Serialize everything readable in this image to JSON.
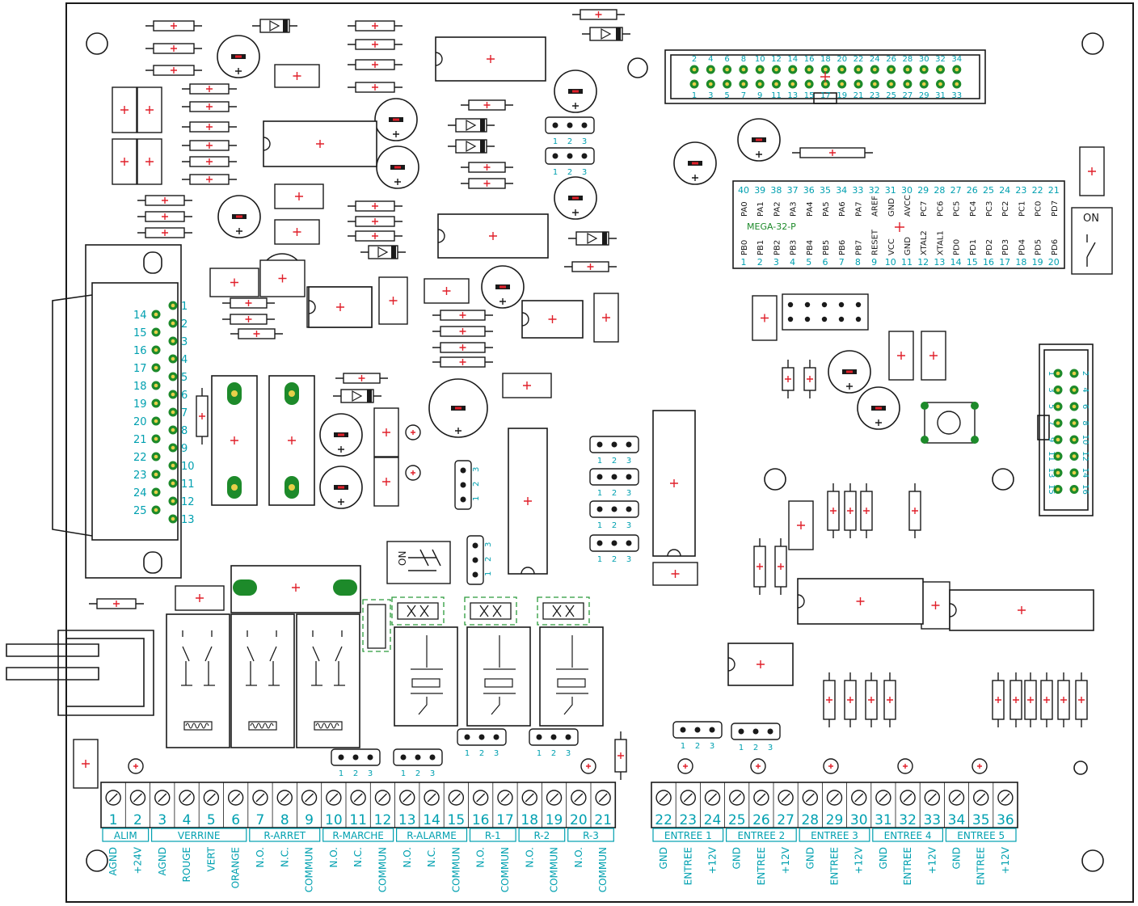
{
  "colors": {
    "outline": "#1a1a1a",
    "label": "#00a0b0",
    "pad_fill": "#1d8a2a",
    "pad_hole": "#e8d04a",
    "marker": "#e0202a",
    "dashed": "#2a9a3a"
  },
  "db25_left": [
    "14",
    "15",
    "16",
    "17",
    "18",
    "19",
    "20",
    "21",
    "22",
    "23",
    "24",
    "25"
  ],
  "db25_right": [
    "1",
    "2",
    "3",
    "4",
    "5",
    "6",
    "7",
    "8",
    "9",
    "10",
    "11",
    "12",
    "13"
  ],
  "top_header_even": [
    "2",
    "4",
    "6",
    "8",
    "10",
    "12",
    "14",
    "16",
    "18",
    "20",
    "22",
    "24",
    "26",
    "28",
    "30",
    "32",
    "34"
  ],
  "top_header_odd": [
    "1",
    "3",
    "5",
    "7",
    "9",
    "11",
    "13",
    "15",
    "17",
    "19",
    "21",
    "23",
    "25",
    "27",
    "29",
    "31",
    "33"
  ],
  "mcu": {
    "name": "MEGA-32-P",
    "top_nums": [
      "40",
      "39",
      "38",
      "37",
      "36",
      "35",
      "34",
      "33",
      "32",
      "31",
      "30",
      "29",
      "28",
      "27",
      "26",
      "25",
      "24",
      "23",
      "22",
      "21"
    ],
    "top_names": [
      "PA0",
      "PA1",
      "PA2",
      "PA3",
      "PA4",
      "PA5",
      "PA6",
      "PA7",
      "AREF",
      "GND",
      "AVCC",
      "PC7",
      "PC6",
      "PC5",
      "PC4",
      "PC3",
      "PC2",
      "PC1",
      "PC0",
      "PD7"
    ],
    "bottom_names": [
      "PB0",
      "PB1",
      "PB2",
      "PB3",
      "PB4",
      "PB5",
      "PB6",
      "PB7",
      "RESET",
      "VCC",
      "GND",
      "XTAL2",
      "XTAL1",
      "PD0",
      "PD1",
      "PD2",
      "PD3",
      "PD4",
      "PD5",
      "PD6"
    ],
    "bottom_nums": [
      "1",
      "2",
      "3",
      "4",
      "5",
      "6",
      "7",
      "8",
      "9",
      "10",
      "11",
      "12",
      "13",
      "14",
      "15",
      "16",
      "17",
      "18",
      "19",
      "20"
    ]
  },
  "right_header_top": [
    "1",
    "3",
    "5",
    "7",
    "9",
    "11",
    "13",
    "15"
  ],
  "right_header_bottom": [
    "2",
    "4",
    "6",
    "8",
    "10",
    "12",
    "14",
    "16"
  ],
  "jumper_labels": [
    "1",
    "2",
    "3"
  ],
  "switch_label": "ON",
  "terminals_left": [
    "1",
    "2",
    "3",
    "4",
    "5",
    "6",
    "7",
    "8",
    "9",
    "10",
    "11",
    "12",
    "13",
    "14",
    "15",
    "16",
    "17",
    "18",
    "19",
    "20",
    "21"
  ],
  "terminals_right": [
    "22",
    "23",
    "24",
    "25",
    "26",
    "27",
    "28",
    "29",
    "30",
    "31",
    "32",
    "33",
    "34",
    "35",
    "36"
  ],
  "groups_left": [
    "ALIM",
    "VERRINE",
    "R-ARRET",
    "R-MARCHE",
    "R-ALARME",
    "R-1",
    "R-2",
    "R-3"
  ],
  "groups_right": [
    "ENTREE 1",
    "ENTREE 2",
    "ENTREE 3",
    "ENTREE 4",
    "ENTREE 5"
  ],
  "signals_left": [
    "AGND",
    "+24V",
    "AGND",
    "ROUGE",
    "VERT",
    "ORANGE",
    "N.O.",
    "N.C.",
    "COMMUN",
    "N.O.",
    "N.C.",
    "COMMUN",
    "N.O.",
    "N.C.",
    "COMMUN",
    "N.O.",
    "COMMUN",
    "N.O.",
    "COMMUN",
    "N.O.",
    "COMMUN"
  ],
  "signals_right": [
    "GND",
    "ENTREE",
    "+12V",
    "GND",
    "ENTREE",
    "+12V",
    "GND",
    "ENTREE",
    "+12V",
    "GND",
    "ENTREE",
    "+12V",
    "GND",
    "ENTREE",
    "+12V"
  ]
}
